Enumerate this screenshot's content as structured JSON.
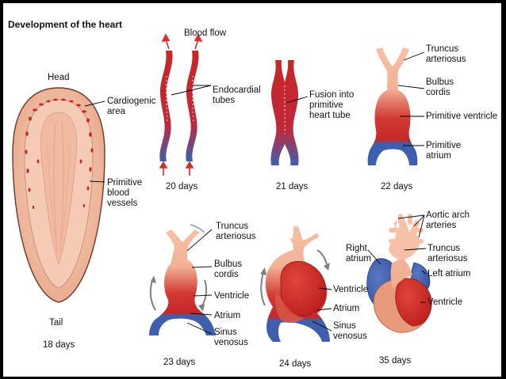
{
  "title": "Development of the heart",
  "embryo": {
    "head": "Head",
    "tail": "Tail",
    "cardiogenic_area": "Cardiogenic\narea",
    "primitive_vessels": "Primitive\nblood\nvessels",
    "day": "18 days"
  },
  "stage20": {
    "blood_flow": "Blood flow",
    "endocardial_tubes": "Endocardial\ntubes",
    "day": "20 days"
  },
  "stage21": {
    "fusion": "Fusion into\nprimitive\nheart tube",
    "day": "21 days"
  },
  "stage22": {
    "truncus": "Truncus\narteriosus",
    "bulbus": "Bulbus\ncordis",
    "ventricle": "Primitive ventricle",
    "atrium": "Primitive\natrium",
    "day": "22 days"
  },
  "stage23": {
    "truncus": "Truncus\narteriosus",
    "bulbus": "Bulbus\ncordis",
    "ventricle": "Ventricle",
    "atrium": "Atrium",
    "sinus": "Sinus\nvenosus",
    "day": "23 days"
  },
  "stage24": {
    "ventricle": "Ventricle",
    "atrium": "Atrium",
    "sinus": "Sinus\nvenosus",
    "day": "24 days"
  },
  "stage35": {
    "aortic": "Aortic arch\narteries",
    "truncus": "Truncus\narteriosus",
    "right_atrium": "Right\natrium",
    "left_atrium": "Left atrium",
    "ventricle": "Ventricle",
    "day": "35 days"
  },
  "colors": {
    "arterial_red": "#c62828",
    "venous_blue": "#3f5fae",
    "tissue_peach": "#f6c1a6",
    "leader_line": "#000000"
  }
}
